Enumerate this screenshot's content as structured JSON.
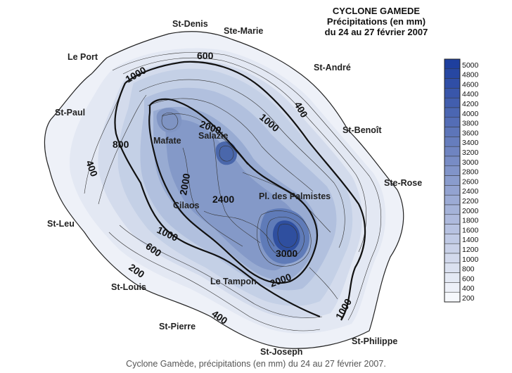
{
  "title": {
    "line1": "CYCLONE GAMEDE",
    "line2": "Précipitations (en mm)",
    "line3": "du 24 au 27 février 2007"
  },
  "caption": "Cyclone Gamède, précipitations (en mm) du 24 au 27 février 2007.",
  "places": {
    "st_denis": "St-Denis",
    "ste_marie": "Ste-Marie",
    "le_port": "Le Port",
    "st_andre": "St-André",
    "st_paul": "St-Paul",
    "st_benoit": "St-Benoît",
    "mafate": "Mafate",
    "salazie": "Salazie",
    "ste_rose": "Ste-Rose",
    "cilaos": "Cilaos",
    "plaine_des_palmistes": "Pl. des Palmistes",
    "st_leu": "St-Leu",
    "le_tampon": "Le Tampon",
    "st_louis": "St-Louis",
    "st_pierre": "St-Pierre",
    "st_philippe": "St-Philippe",
    "st_joseph": "St-Joseph"
  },
  "contour_labels": {
    "c600_north": "600",
    "c1000_north": "1000",
    "c400_east": "400",
    "c1000_east": "1000",
    "c2000_salazie": "2000",
    "c800_west": "800",
    "c400_west": "400",
    "c2000_cilaos": "2000",
    "c2400": "2400",
    "c1000_southwest": "1000",
    "c600_southwest": "600",
    "c200_southwest": "200",
    "c3000": "3000",
    "c2000_south": "2000",
    "c400_south": "400",
    "c1000_southeast": "1000"
  },
  "legend": {
    "levels": [
      "5000",
      "4800",
      "4600",
      "4400",
      "4200",
      "4000",
      "3800",
      "3600",
      "3400",
      "3200",
      "3000",
      "2800",
      "2600",
      "2400",
      "2200",
      "2000",
      "1800",
      "1600",
      "1400",
      "1200",
      "1000",
      "800",
      "600",
      "400",
      "200"
    ],
    "color_low": "#f6f8fc",
    "color_high": "#1e3f9e"
  },
  "colors": {
    "outline": "#222222",
    "major_contour": "#111111",
    "minor_contour": "#333333"
  }
}
